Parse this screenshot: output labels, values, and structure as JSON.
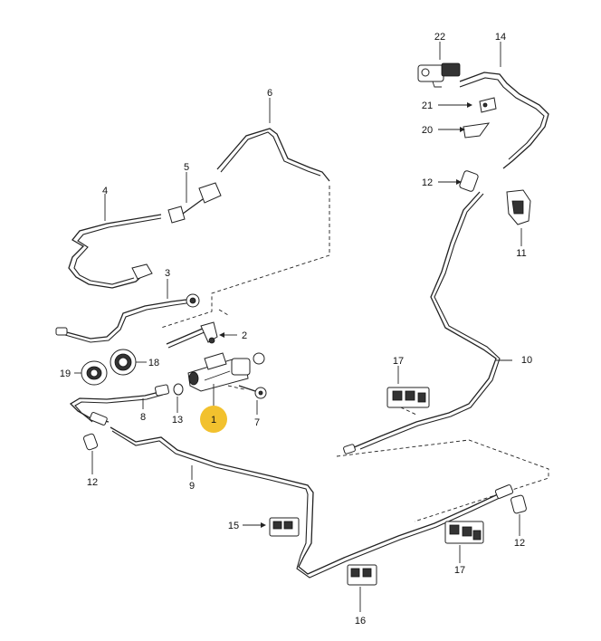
{
  "highlight_color": "#f2c12e",
  "callouts": [
    {
      "id": "c1",
      "text": "1",
      "highlighted": true
    },
    {
      "id": "c2",
      "text": "2"
    },
    {
      "id": "c3",
      "text": "3"
    },
    {
      "id": "c4",
      "text": "4"
    },
    {
      "id": "c5",
      "text": "5"
    },
    {
      "id": "c6",
      "text": "6"
    },
    {
      "id": "c7",
      "text": "7"
    },
    {
      "id": "c8",
      "text": "8"
    },
    {
      "id": "c9",
      "text": "9"
    },
    {
      "id": "c10",
      "text": "10"
    },
    {
      "id": "c11",
      "text": "11"
    },
    {
      "id": "c12a",
      "text": "12"
    },
    {
      "id": "c12b",
      "text": "12"
    },
    {
      "id": "c12c",
      "text": "12"
    },
    {
      "id": "c13",
      "text": "13"
    },
    {
      "id": "c14",
      "text": "14"
    },
    {
      "id": "c15",
      "text": "15"
    },
    {
      "id": "c16",
      "text": "16"
    },
    {
      "id": "c17a",
      "text": "17"
    },
    {
      "id": "c17b",
      "text": "17"
    },
    {
      "id": "c18",
      "text": "18"
    },
    {
      "id": "c19",
      "text": "19"
    },
    {
      "id": "c20",
      "text": "20"
    },
    {
      "id": "c21",
      "text": "21"
    },
    {
      "id": "c22",
      "text": "22"
    }
  ]
}
